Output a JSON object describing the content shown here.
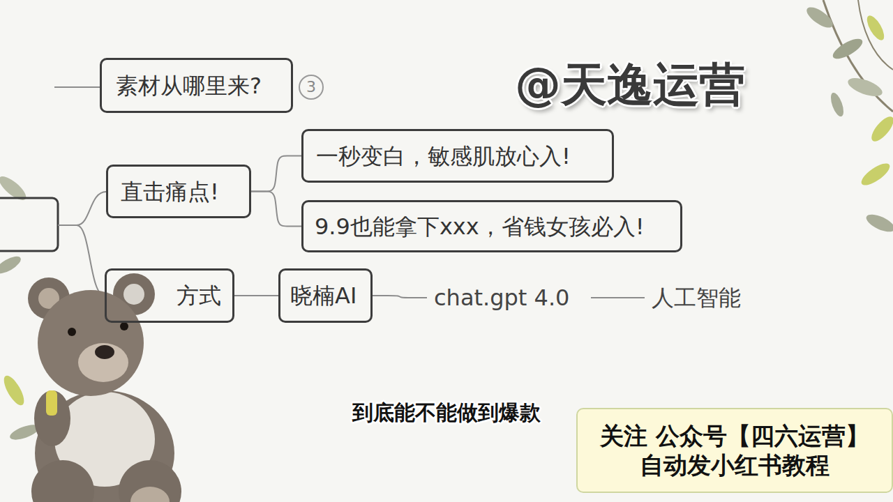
{
  "diagram": {
    "nodes": [
      {
        "text": [
          "素材从哪里来?"
        ]
      },
      {
        "text": [
          "直击痛点!"
        ]
      },
      {
        "text": [
          "一秒变白，敏感肌放心入!"
        ]
      },
      {
        "text": [
          "9.9也能拿下xxx，省钱女孩必入!"
        ]
      },
      {
        "text": [
          "方式"
        ]
      },
      {
        "text": [
          "晓楠AI"
        ]
      },
      {
        "text": [
          "chat.gpt 4.0"
        ]
      },
      {
        "text": [
          "人工智能"
        ]
      },
      {
        "text": [
          "关注 公众号【四六运营】",
          "自动发小红书教程"
        ]
      }
    ],
    "edges": [
      {
        "from": 1,
        "to": 2,
        "arrow": "none"
      },
      {
        "from": 1,
        "to": 3,
        "arrow": "none"
      },
      {
        "from": 4,
        "to": 5,
        "arrow": "none"
      },
      {
        "from": 5,
        "to": 6,
        "arrow": "none"
      },
      {
        "from": 6,
        "to": 7,
        "arrow": "none"
      }
    ],
    "labels": [
      "3",
      "@天逸运营",
      "到底能不能做到爆款"
    ]
  }
}
